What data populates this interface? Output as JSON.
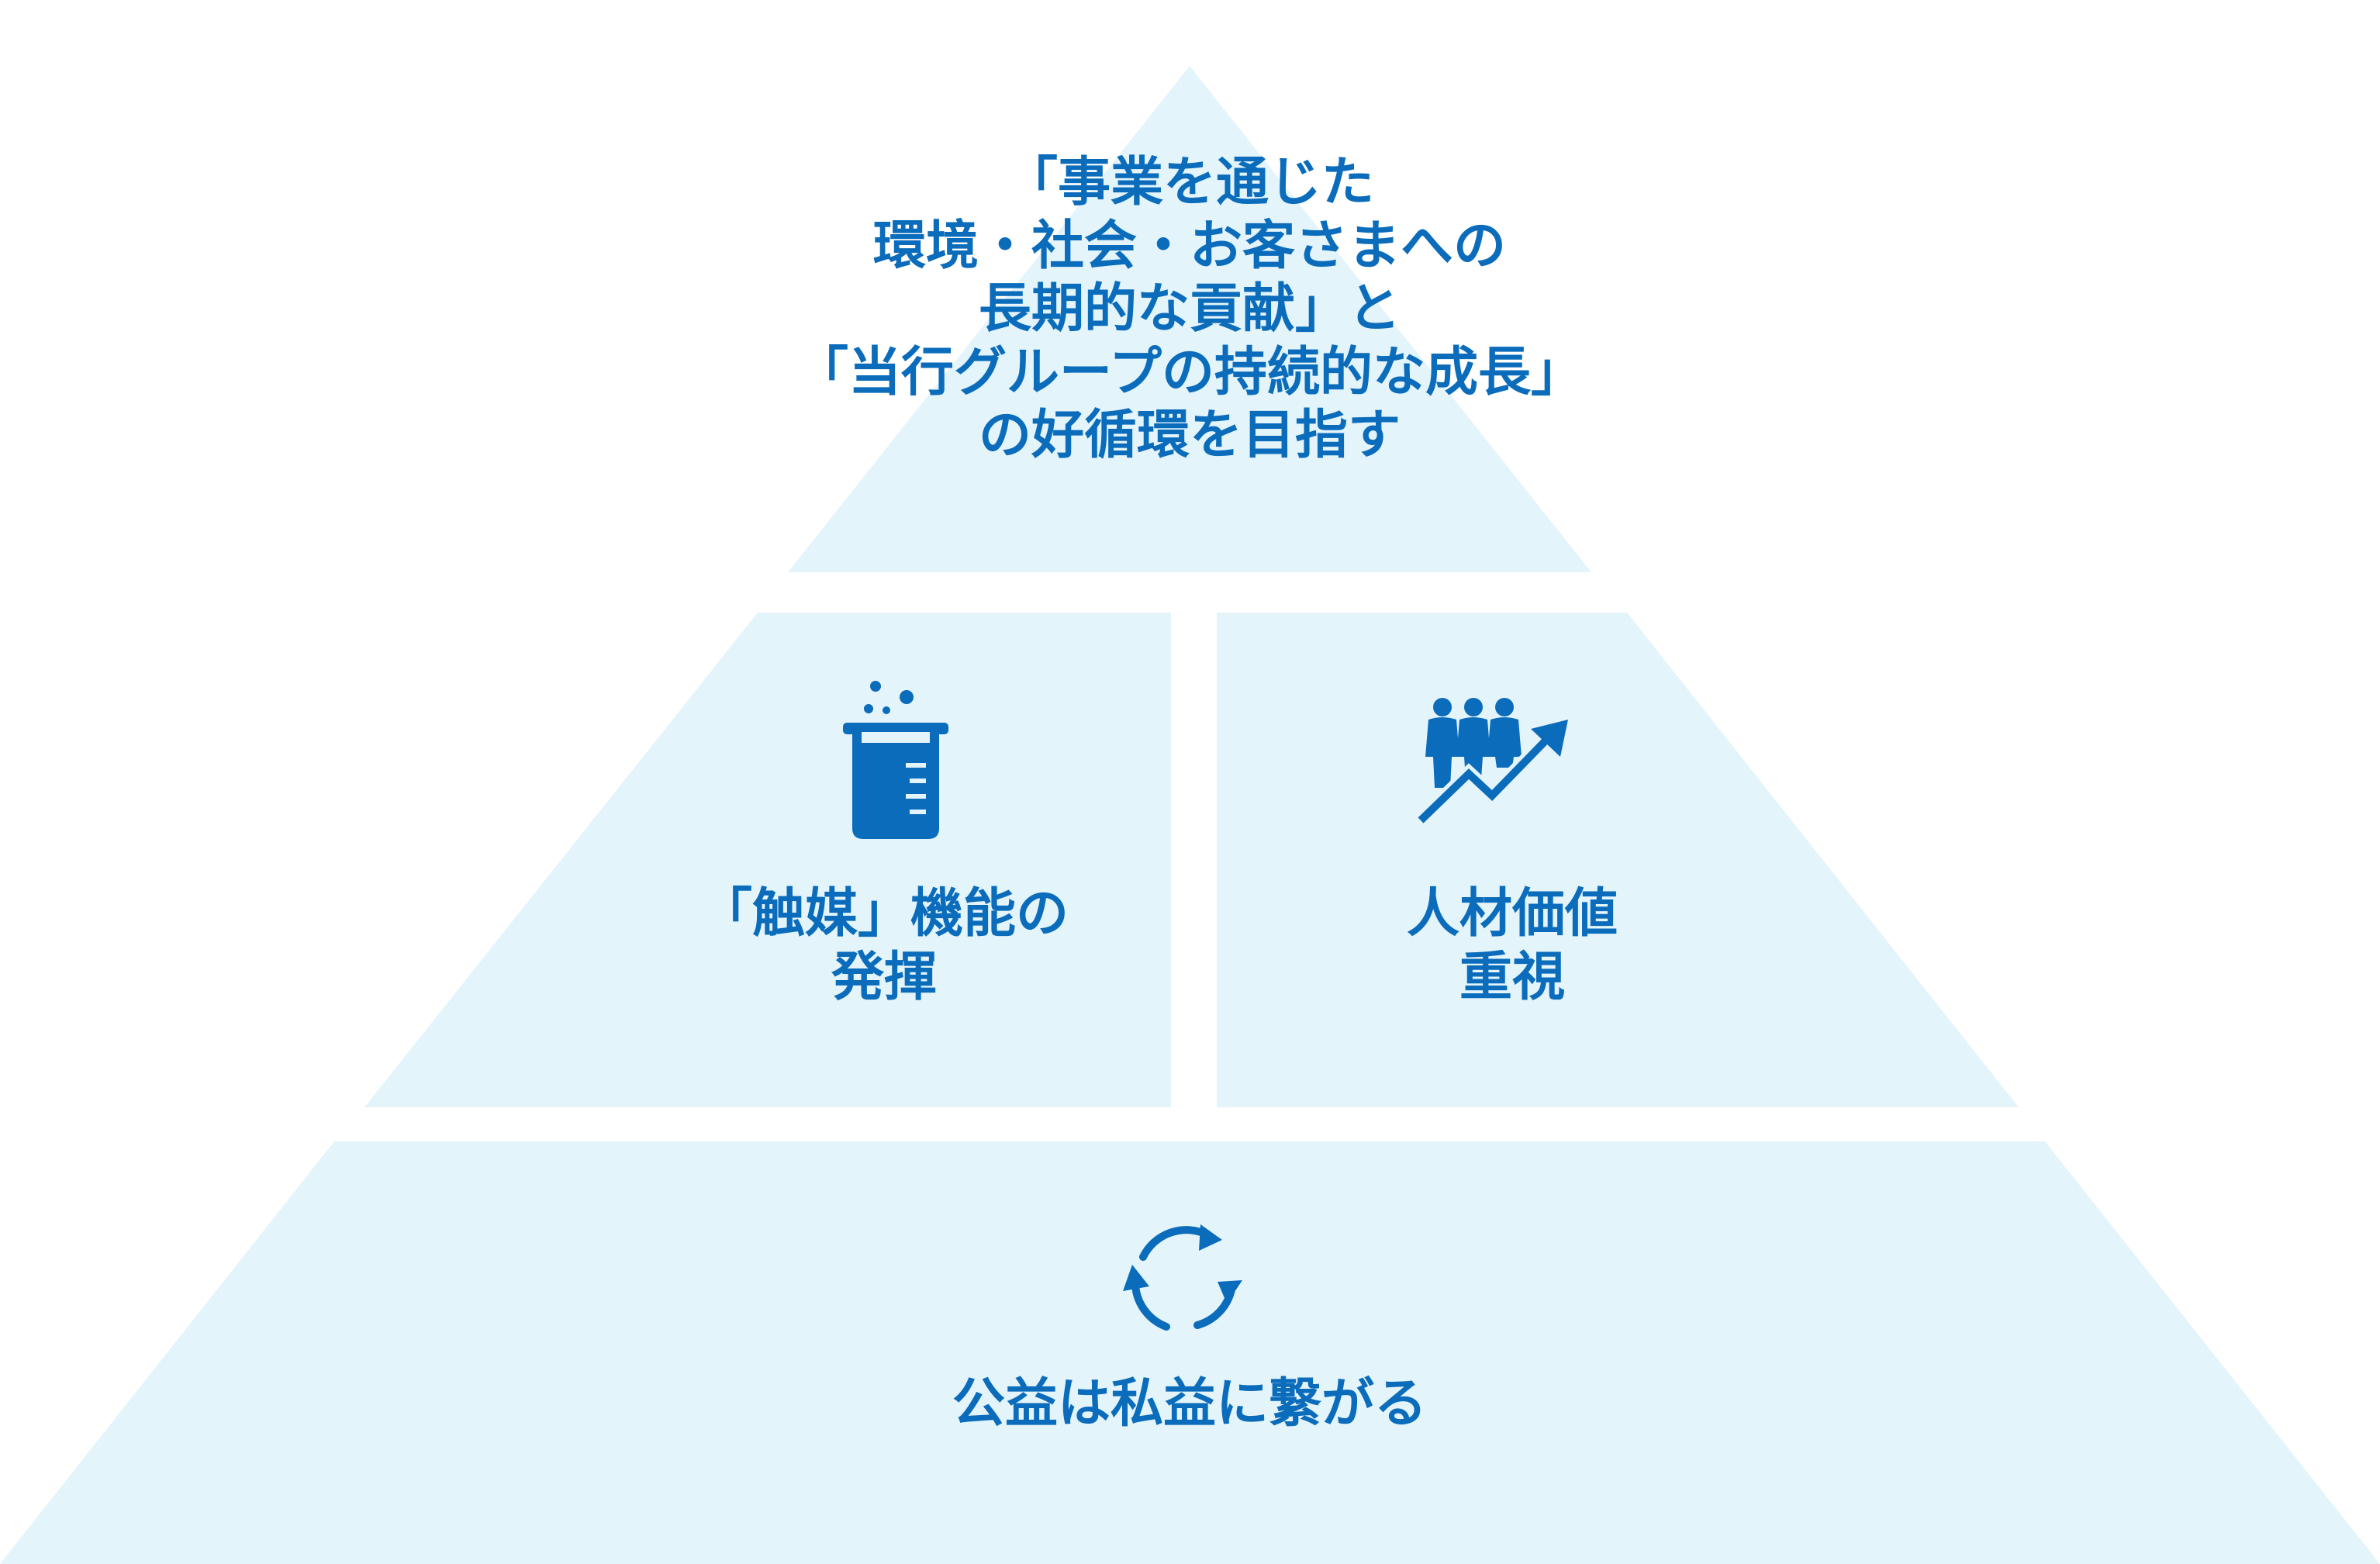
{
  "pyramid": {
    "top": {
      "lines": [
        "「事業を通じた",
        "環境・社会・お客さまへの",
        "長期的な貢献」と",
        "「当行グループの持続的な成長」",
        "の好循環を目指す"
      ]
    },
    "middle_left": {
      "icon": "beaker-icon",
      "lines": [
        "「触媒」機能の",
        "発揮"
      ]
    },
    "middle_right": {
      "icon": "people-growth-icon",
      "lines": [
        "人材価値",
        "重視"
      ]
    },
    "bottom": {
      "icon": "cycle-icon",
      "lines": [
        "公益は私益に繋がる"
      ]
    }
  },
  "colors": {
    "tier_fill": "#e3f4fb",
    "accent": "#0b6cbb",
    "background": "#ffffff"
  }
}
